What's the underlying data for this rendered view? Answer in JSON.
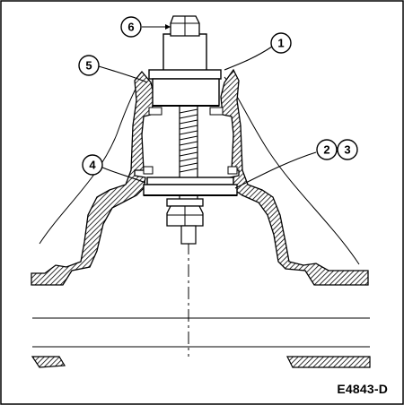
{
  "figure_code": "E4843-D",
  "callouts": [
    {
      "id": "c6",
      "label": "6"
    },
    {
      "id": "c1",
      "label": "1"
    },
    {
      "id": "c5",
      "label": "5"
    },
    {
      "id": "c2",
      "label": "2"
    },
    {
      "id": "c3",
      "label": "3"
    },
    {
      "id": "c4",
      "label": "4"
    }
  ],
  "colors": {
    "ink": "#000000",
    "paper": "#ffffff"
  }
}
